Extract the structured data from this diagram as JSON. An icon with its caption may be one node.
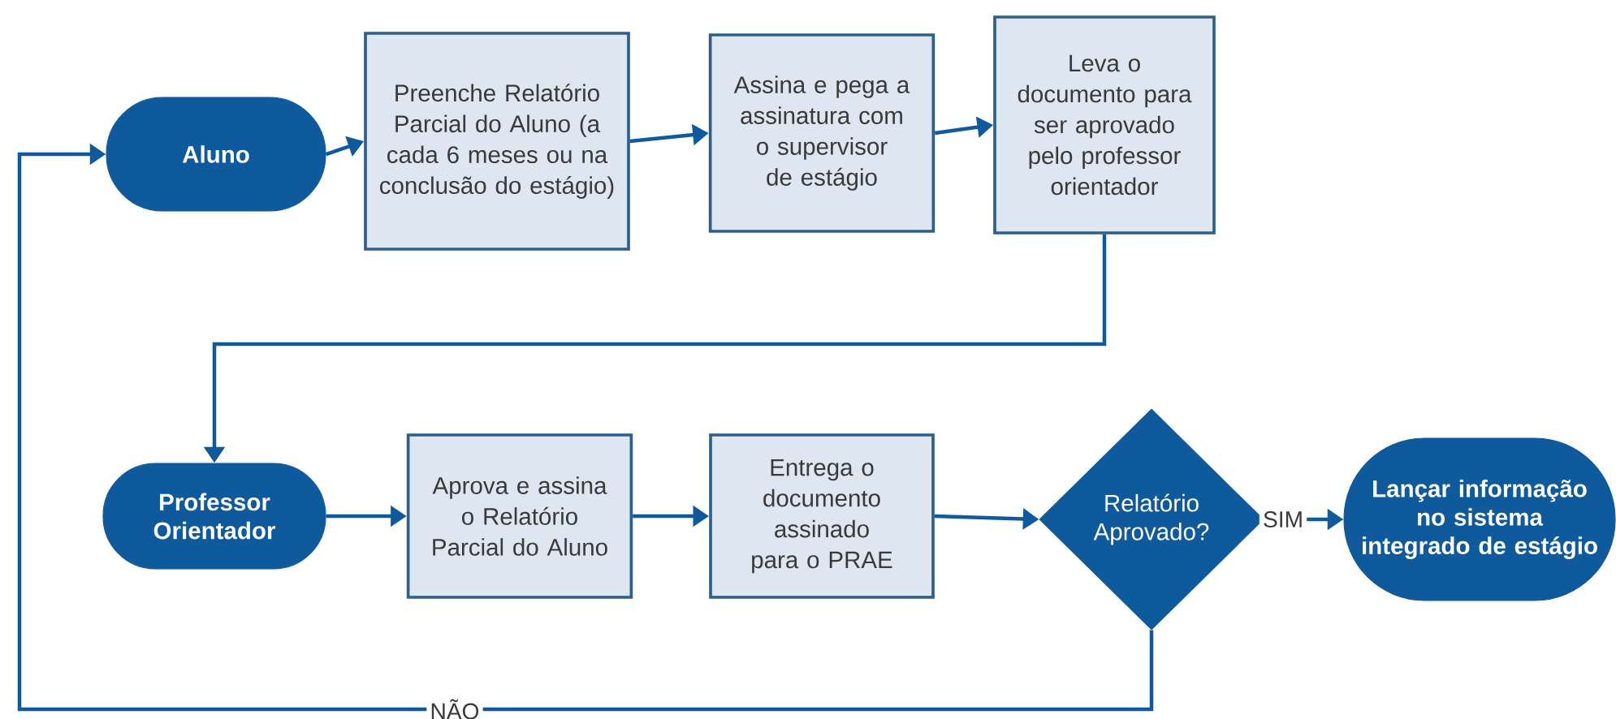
{
  "diagram": {
    "nodes": [
      {
        "text": [
          "Aluno"
        ]
      },
      {
        "text": [
          "Preenche Relatório Parcial do Aluno (a cada 6 meses ou na conclusão do estágio)"
        ]
      },
      {
        "text": [
          "Assina e pega a assinatura com o supervisor de estágio"
        ]
      },
      {
        "text": [
          "Leva o documento para ser aprovado pelo professor orientador"
        ]
      },
      {
        "text": [
          "Professor Orientador"
        ]
      },
      {
        "text": [
          "Aprova e assina o Relatório Parcial do Aluno"
        ]
      },
      {
        "text": [
          "Entrega o documento assinado para o PRAE"
        ]
      },
      {
        "text": [
          "Relatório Aprovado?"
        ]
      },
      {
        "text": [
          "Lançar informação no sistema integrado de estágio"
        ]
      }
    ],
    "edges": [
      {
        "from": 0,
        "to": 1,
        "arrow": "to"
      },
      {
        "from": 1,
        "to": 2,
        "arrow": "to"
      },
      {
        "from": 2,
        "to": 3,
        "arrow": "to"
      },
      {
        "from": 3,
        "to": 4,
        "arrow": "to"
      },
      {
        "from": 4,
        "to": 5,
        "arrow": "to"
      },
      {
        "from": 5,
        "to": 6,
        "arrow": "to"
      },
      {
        "from": 6,
        "to": 7,
        "arrow": "to"
      },
      {
        "from": 7,
        "to": 8,
        "arrow": "to",
        "label": "SIM"
      },
      {
        "from": 7,
        "to": 0,
        "arrow": "to",
        "label": "NÃO"
      }
    ]
  }
}
